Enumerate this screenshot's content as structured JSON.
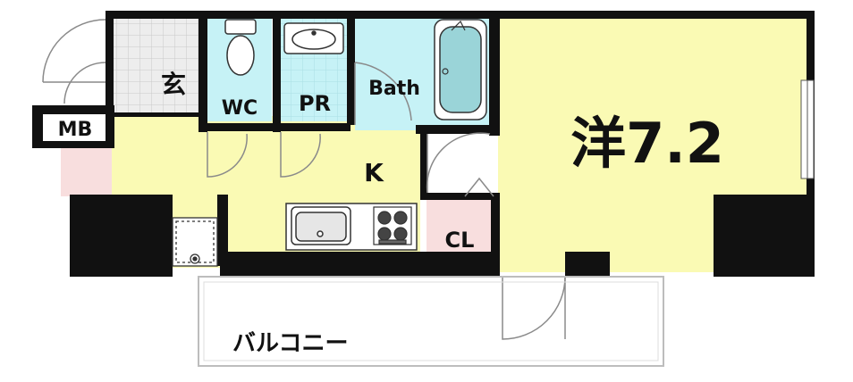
{
  "labels": {
    "genkan": "玄",
    "mb": "MB",
    "wc": "WC",
    "pr": "PR",
    "bath": "Bath",
    "kitchen": "K",
    "western_room": "洋7.2",
    "closet": "CL",
    "balcony": "バルコニー"
  },
  "colors": {
    "wall": "#111111",
    "yellow_floor": "#fafab4",
    "blue_floor": "#c6f2f6",
    "pink_floor": "#f8dede",
    "tile_floor": "#ededed",
    "bathtub": "#9ad4d8",
    "door_arc": "#8a8a8a"
  },
  "icons": {
    "toilet": "toilet-icon",
    "sink": "washbasin-icon",
    "bathtub": "bathtub-icon",
    "kitchen_sink": "kitchen-sink-icon",
    "stove": "gas-stove-icon",
    "washer": "washing-machine-pan-icon"
  }
}
